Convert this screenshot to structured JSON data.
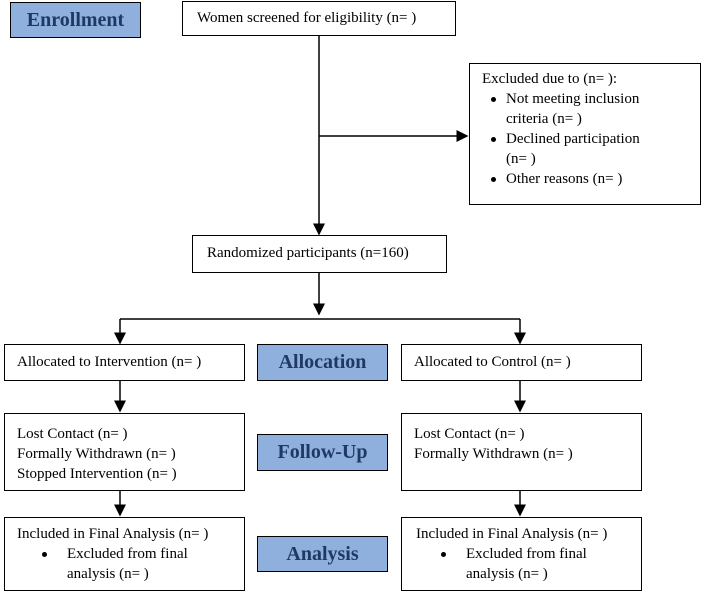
{
  "phases": {
    "enrollment": "Enrollment",
    "allocation": "Allocation",
    "follow_up": "Follow-Up",
    "analysis": "Analysis"
  },
  "screened": "Women screened for eligibility (n= )",
  "excluded": {
    "title": "Excluded due to (n= ):",
    "reasons": [
      [
        "Not meeting inclusion",
        "criteria (n= )"
      ],
      [
        "Declined participation",
        "(n= )"
      ],
      [
        "Other reasons (n= )"
      ]
    ]
  },
  "randomized": "Randomized participants (n=160)",
  "intervention": {
    "allocated": "Allocated to Intervention (n= )",
    "follow_up": [
      "Lost Contact (n= )",
      "Formally Withdrawn (n= )",
      "Stopped Intervention (n= )"
    ],
    "analysis_title": "Included in Final Analysis (n= )",
    "analysis_bullet": [
      "Excluded from final",
      "analysis (n= )"
    ]
  },
  "control": {
    "allocated": "Allocated to Control (n= )",
    "follow_up": [
      "Lost Contact (n= )",
      "Formally Withdrawn (n= )"
    ],
    "analysis_title": "Included in Final Analysis (n= )",
    "analysis_bullet": [
      "Excluded from final",
      "analysis (n= )"
    ]
  },
  "colors": {
    "phase_fill": "#8fb0dc",
    "phase_text": "#1f3864",
    "lines": "#000000"
  }
}
